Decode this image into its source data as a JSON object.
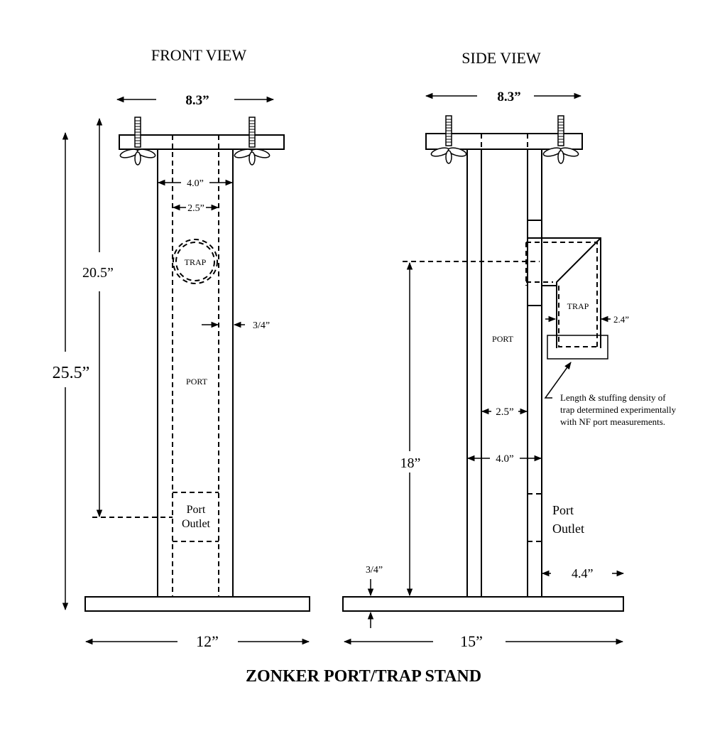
{
  "title": "ZONKER PORT/TRAP STAND",
  "front_view": {
    "heading": "FRONT VIEW",
    "top_width": "8.3”",
    "outer_width": "4.0”",
    "inner_width": "2.5”",
    "trap_label": "TRAP",
    "wall_thickness": "3/4”",
    "port_label": "PORT",
    "outlet_line1": "Port",
    "outlet_line2": "Outlet",
    "outlet_height": "20.5”",
    "total_height": "25.5”",
    "base_width": "12”"
  },
  "side_view": {
    "heading": "SIDE VIEW",
    "top_width": "8.3”",
    "trap_label": "TRAP",
    "trap_width": "2.4”",
    "port_label": "PORT",
    "note_line1": "Length & stuffing density of",
    "note_line2": "trap determined experimentally",
    "note_line3": "with NF port measurements.",
    "inner_width": "2.5”",
    "outer_width": "4.0”",
    "trap_height": "18”",
    "outlet_line1": "Port",
    "outlet_line2": "Outlet",
    "base_thickness": "3/4”",
    "offset": "4.4”",
    "base_width": "15”"
  }
}
